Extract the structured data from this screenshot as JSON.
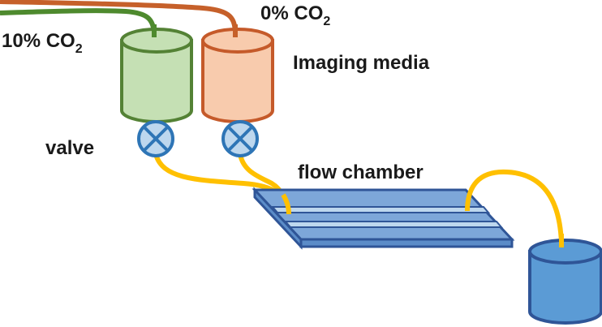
{
  "labels": {
    "co2_high": {
      "main": "10% CO",
      "sub": "2"
    },
    "co2_zero": {
      "main": "0% CO",
      "sub": "2"
    },
    "imaging_media": "Imaging media",
    "valve": "valve",
    "flow_chamber": "flow chamber"
  },
  "colors": {
    "green_gas_line": "#4e8a2e",
    "orange_gas_line": "#c6602a",
    "green_fill": "#c5e0b4",
    "green_stroke": "#548235",
    "orange_fill": "#f8cbad",
    "orange_stroke": "#c55a2a",
    "valve_fill": "#bdd7ee",
    "valve_stroke": "#2e75b6",
    "tube": "#ffc000",
    "chamber_fill": "#7da7d9",
    "chamber_stroke": "#2f5597",
    "waste_fill": "#5b9bd5",
    "waste_stroke": "#2f5597"
  }
}
